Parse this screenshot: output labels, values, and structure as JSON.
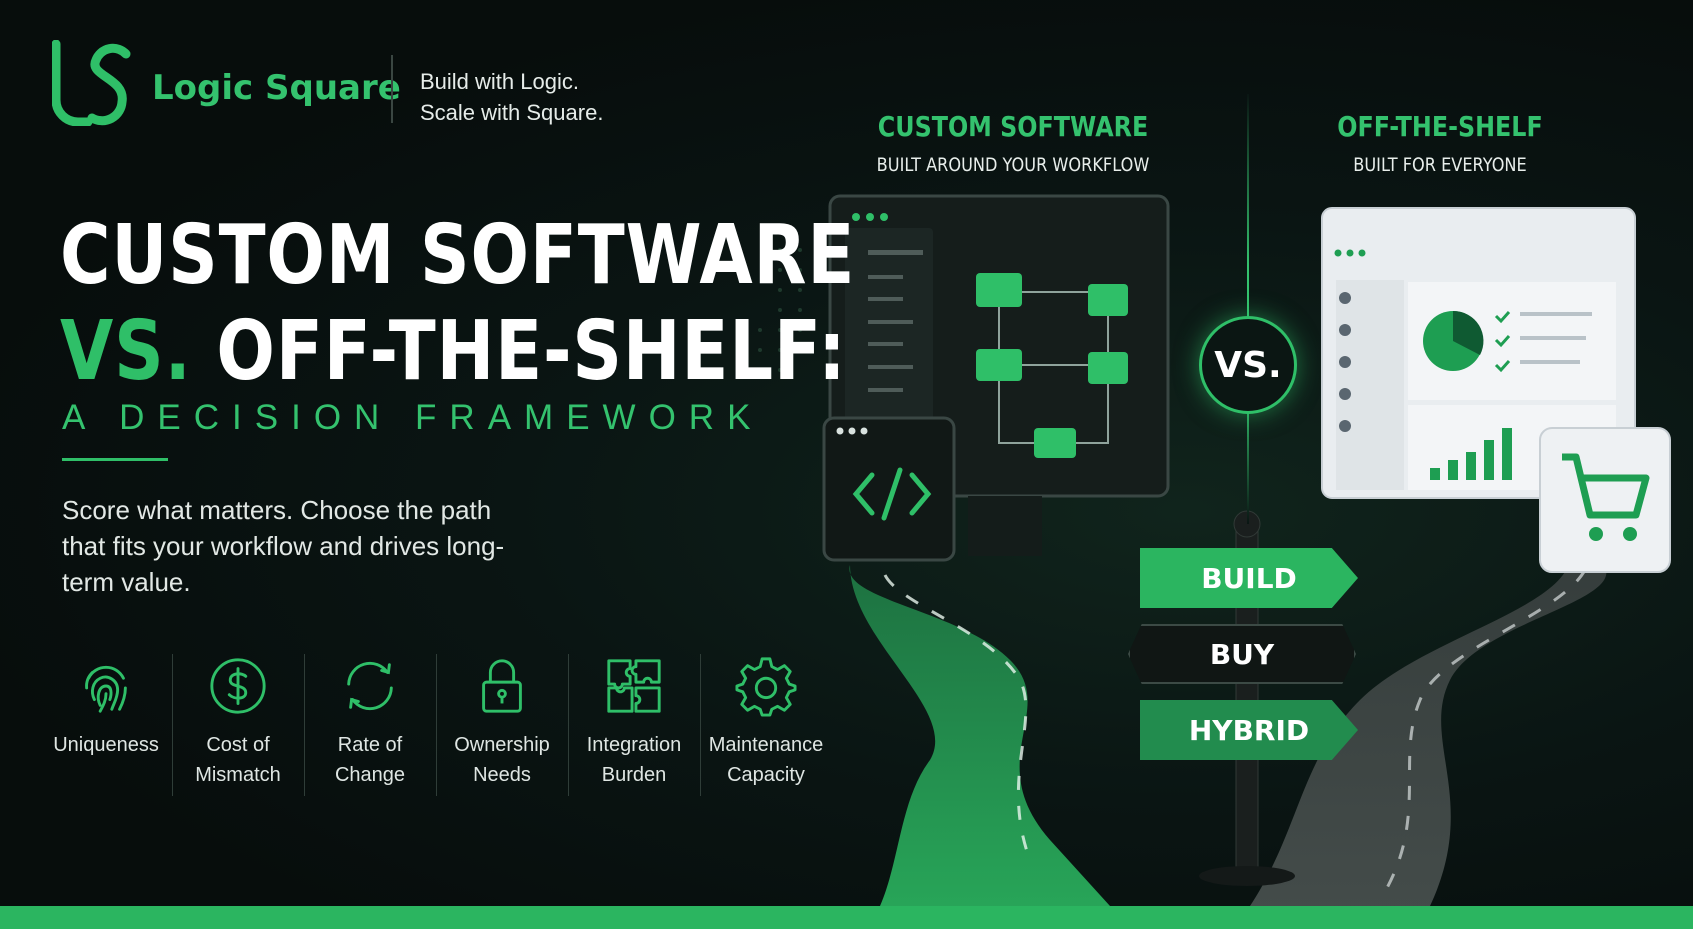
{
  "brand": {
    "logo_letters": "LS",
    "name": "Logic Square",
    "tagline_line1": "Build with Logic.",
    "tagline_line2": "Scale with Square."
  },
  "headline": {
    "line1": "CUSTOM SOFTWARE",
    "vs": "VS.",
    "line2_rest": "OFF-THE-SHELF:",
    "subtitle": "A DECISION FRAMEWORK"
  },
  "description": "Score what matters. Choose the path that fits your workflow and drives long-term value.",
  "factors": [
    {
      "icon": "fingerprint-icon",
      "label": "Uniqueness"
    },
    {
      "icon": "dollar-coin-icon",
      "label": "Cost of\nMismatch"
    },
    {
      "icon": "refresh-cycle-icon",
      "label": "Rate of\nChange"
    },
    {
      "icon": "padlock-icon",
      "label": "Ownership\nNeeds"
    },
    {
      "icon": "puzzle-icon",
      "label": "Integration\nBurden"
    },
    {
      "icon": "gear-icon",
      "label": "Maintenance\nCapacity"
    }
  ],
  "custom": {
    "title": "CUSTOM SOFTWARE",
    "subtitle": "BUILT AROUND YOUR WORKFLOW",
    "icons": [
      "workflow-monitor-icon",
      "code-window-icon"
    ]
  },
  "shelf": {
    "title": "OFF-THE-SHELF",
    "subtitle": "BUILT FOR EVERYONE",
    "icons": [
      "dashboard-window-icon",
      "shopping-cart-icon"
    ]
  },
  "vs_badge": "VS.",
  "signpost": {
    "build": "BUILD",
    "buy": "BUY",
    "hybrid": "HYBRID"
  },
  "colors": {
    "accent": "#2fbf68",
    "background": "#0a1513",
    "text": "#ffffff"
  }
}
